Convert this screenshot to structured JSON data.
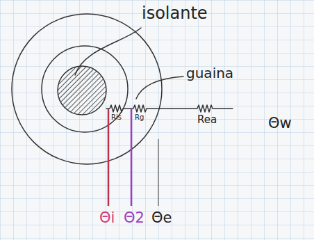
{
  "diagram": {
    "labels": [
      "isolante",
      "guaina",
      "Ris",
      "Rg",
      "Rea",
      "Θw",
      "Θi",
      "Θ2",
      "Θe"
    ]
  }
}
